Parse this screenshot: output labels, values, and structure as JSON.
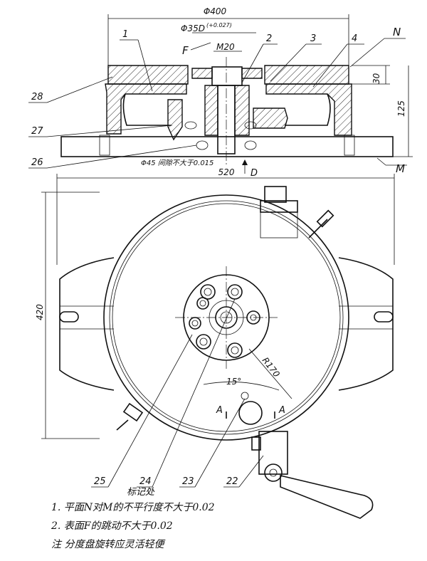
{
  "dimensions": {
    "top_width": "Φ400",
    "bore": "Φ35D",
    "bore_tol": "(+0.027)",
    "thread": "M20",
    "height_30": "30",
    "height_125": "125",
    "base_width": "520",
    "front_height": "420",
    "radius": "R170",
    "angle": "15°",
    "runout_note": "Φ45 间隙不大于0.015"
  },
  "letters": {
    "F": "F",
    "N": "N",
    "M": "M",
    "D": "D",
    "A_left": "A",
    "A_right": "A"
  },
  "part_numbers": [
    "1",
    "2",
    "3",
    "4",
    "28",
    "27",
    "26",
    "25",
    "24",
    "23",
    "22"
  ],
  "mark_label": "标记处",
  "notes": [
    "1.  平面N对M的不平行度不大于0.02",
    "2.  表面F的跳动不大于0.02",
    "注  分度盘旋转应灵活轻便"
  ]
}
